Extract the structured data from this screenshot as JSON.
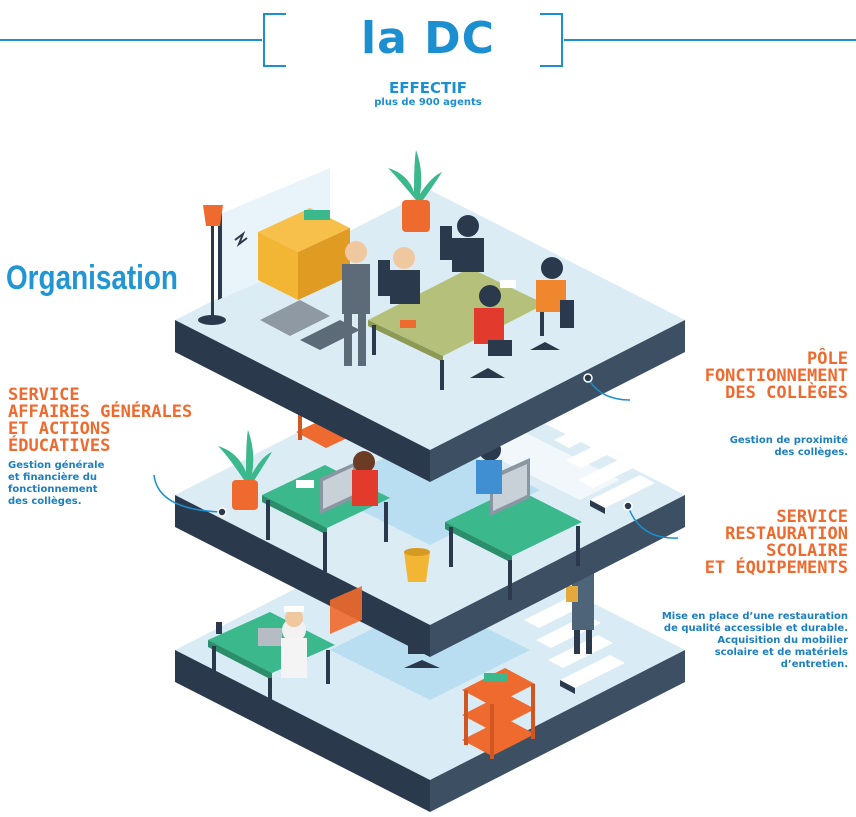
{
  "header": {
    "title": "la DC",
    "subtitle": "EFFECTIF",
    "subtitle_detail": "plus de 900 agents"
  },
  "section_label": "Organisation",
  "services": [
    {
      "title": "SERVICE\nAFFAIRES GÉNÉRALES\nET ACTIONS\nÉDUCATIVES",
      "description": "Gestion générale\net financière du\nfonctionnement\ndes collèges."
    },
    {
      "title": "PÔLE\nFONCTIONNEMENT\nDES COLLÈGES",
      "description": "Gestion de proximité\ndes collèges."
    },
    {
      "title": "SERVICE\nRESTAURATION\nSCOLAIRE\nET ÉQUIPEMENTS",
      "description": "Mise en place d’une restauration\nde qualité accessible et durable.\nAcquisition du mobilier\nscolaire et de matériels\nd’entretien."
    }
  ],
  "colors": {
    "primary_blue": "#1c8fd0",
    "accent_orange": "#ef6a2e",
    "floor_top": "#dbecf5",
    "floor_side": "#2b3b4e"
  }
}
